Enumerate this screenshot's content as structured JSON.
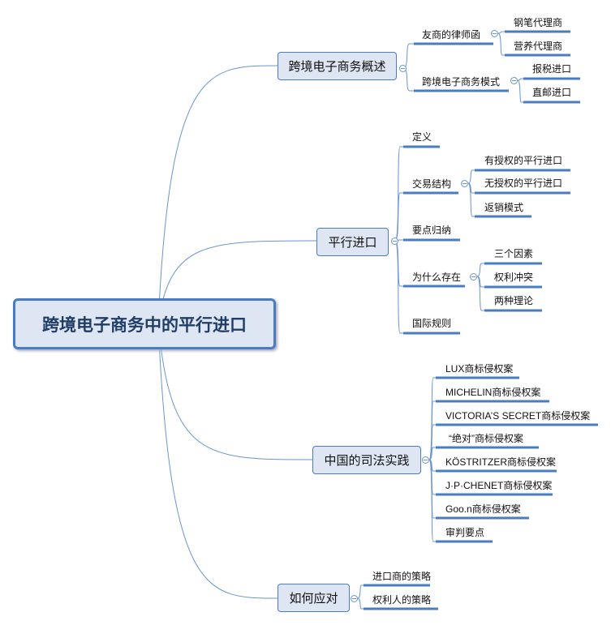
{
  "root": "跨境电子商务中的平行进口",
  "branches": [
    {
      "label": "跨境电子商务概述",
      "children": [
        {
          "label": "友商的律师函",
          "children": [
            "钢笔代理商",
            "营养代理商"
          ]
        },
        {
          "label": "跨境电子商务模式",
          "children": [
            "报税进口",
            "直邮进口"
          ]
        }
      ]
    },
    {
      "label": "平行进口",
      "children": [
        {
          "label": "定义"
        },
        {
          "label": "交易结构",
          "children": [
            "有授权的平行进口",
            "无授权的平行进口",
            "返销模式"
          ]
        },
        {
          "label": "要点归纳"
        },
        {
          "label": "为什么存在",
          "children": [
            "三个因素",
            "权利冲突",
            "两种理论"
          ]
        },
        {
          "label": "国际规则"
        }
      ]
    },
    {
      "label": "中国的司法实践",
      "children": [
        {
          "label": "LUX商标侵权案"
        },
        {
          "label": "MICHELIN商标侵权案"
        },
        {
          "label": "VICTORIA’S SECRET商标侵权案"
        },
        {
          "label": "“绝对”商标侵权案"
        },
        {
          "label": "KÖSTRITZER商标侵权案"
        },
        {
          "label": "J·P·CHENET商标侵权案"
        },
        {
          "label": "Goo.n商标侵权案"
        },
        {
          "label": "审判要点"
        }
      ]
    },
    {
      "label": "如何应对",
      "children": [
        {
          "label": "进口商的策略"
        },
        {
          "label": "权利人的策略"
        }
      ]
    }
  ]
}
